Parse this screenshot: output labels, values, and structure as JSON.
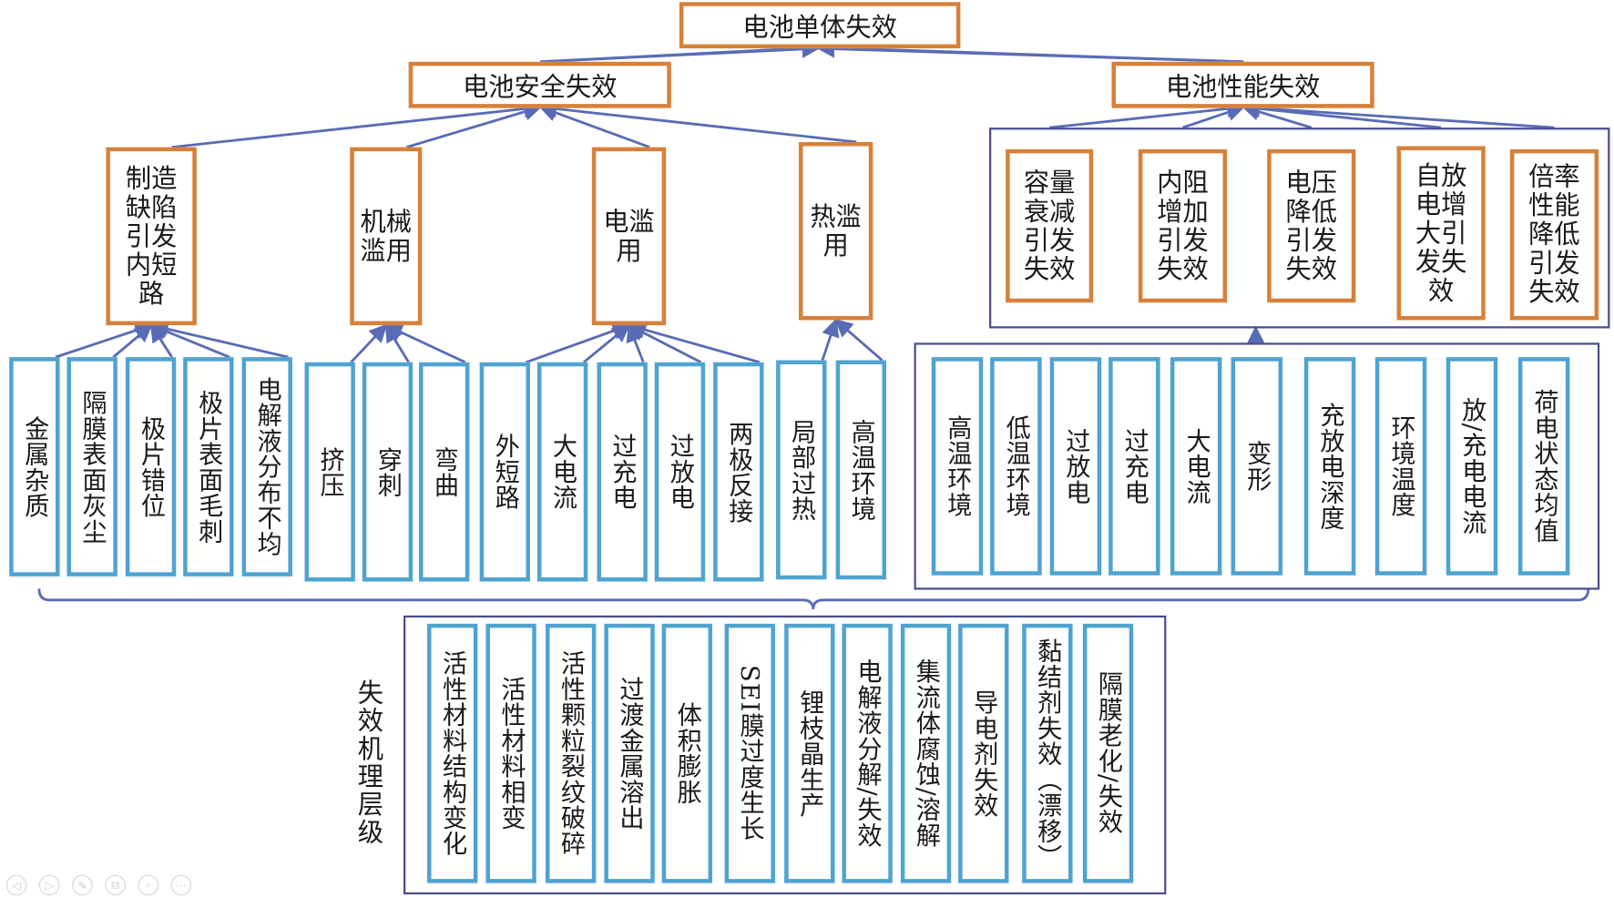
{
  "root": "电池单体失效",
  "safety": {
    "title": "电池安全失效",
    "categories": [
      {
        "label": "制造缺陷引发内短路",
        "causes": [
          "金属杂质",
          "隔膜表面灰尘",
          "极片错位",
          "极片表面毛刺",
          "电解液分布不均"
        ]
      },
      {
        "label": "机械滥用",
        "causes": [
          "挤压",
          "穿刺",
          "弯曲"
        ]
      },
      {
        "label": "电滥用",
        "causes": [
          "外短路",
          "大电流",
          "过充电",
          "过放电",
          "两极反接"
        ]
      },
      {
        "label": "热滥用",
        "causes": [
          "局部过热",
          "高温环境"
        ]
      }
    ]
  },
  "performance": {
    "title": "电池性能失效",
    "categories": [
      "容量衰减引发失效",
      "内阻增加引发失效",
      "电压降低引发失效",
      "自放电增大引发失效",
      "倍率性能降低引发失效"
    ],
    "causes": [
      "高温环境",
      "低温环境",
      "过放电",
      "过充电",
      "大电流",
      "变形",
      "充放电深度",
      "环境温度",
      "放/充电电流",
      "荷电状态均值"
    ]
  },
  "mechanism": {
    "label": "失效机理层级",
    "items": [
      "活性材料结构变化",
      "活性材料相变",
      "活性颗粒裂纹破碎",
      "过渡金属溶出",
      "体积膨胀",
      "SEI膜过度生长",
      "锂枝晶生产",
      "电解液分解/失效",
      "集流体腐蚀/溶解",
      "导电剂失效",
      "黏结剂失效（漂移）",
      "隔膜老化/失效"
    ]
  },
  "toolbar": {
    "icons": [
      "prev-icon",
      "next-icon",
      "pen-icon",
      "copy-icon",
      "zoom-icon",
      "more-icon"
    ]
  },
  "colors": {
    "level_box": "#d7803a",
    "cause_box": "#4fa3d1",
    "frame": "#4a4f8c",
    "connector": "#5a6bb5"
  }
}
